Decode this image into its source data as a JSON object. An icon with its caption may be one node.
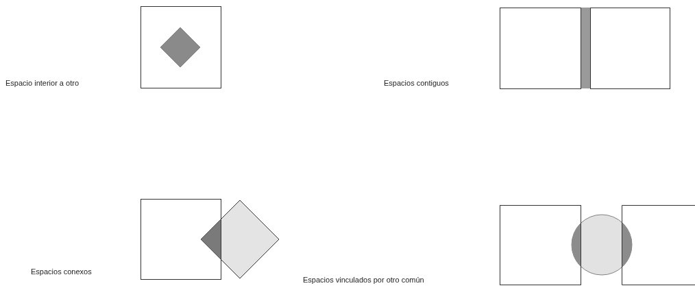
{
  "diagram": {
    "labels": [
      "Espacio interior a otro",
      "Espacios contiguos",
      "Espacios conexos",
      "Espacios vinculados por otro común"
    ]
  }
}
